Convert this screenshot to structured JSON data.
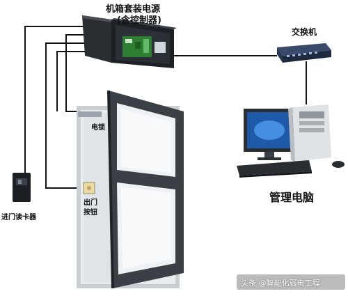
{
  "labels": {
    "control_box_line1": "机箱套装电源",
    "control_box_line2": "(含控制器)",
    "switch": "交换机",
    "electric_lock": "电锁",
    "exit_button_line1": "出门",
    "exit_button_line2": "按钮",
    "card_reader": "进门读卡器",
    "management_pc": "管理电脑"
  },
  "watermark": "头条 @智能化弱电工程",
  "icons": [
    "control-box-icon",
    "network-switch-icon",
    "door-icon",
    "card-reader-icon",
    "exit-button-icon",
    "monitor-icon",
    "computer-tower-icon",
    "keyboard-icon",
    "mouse-icon"
  ]
}
